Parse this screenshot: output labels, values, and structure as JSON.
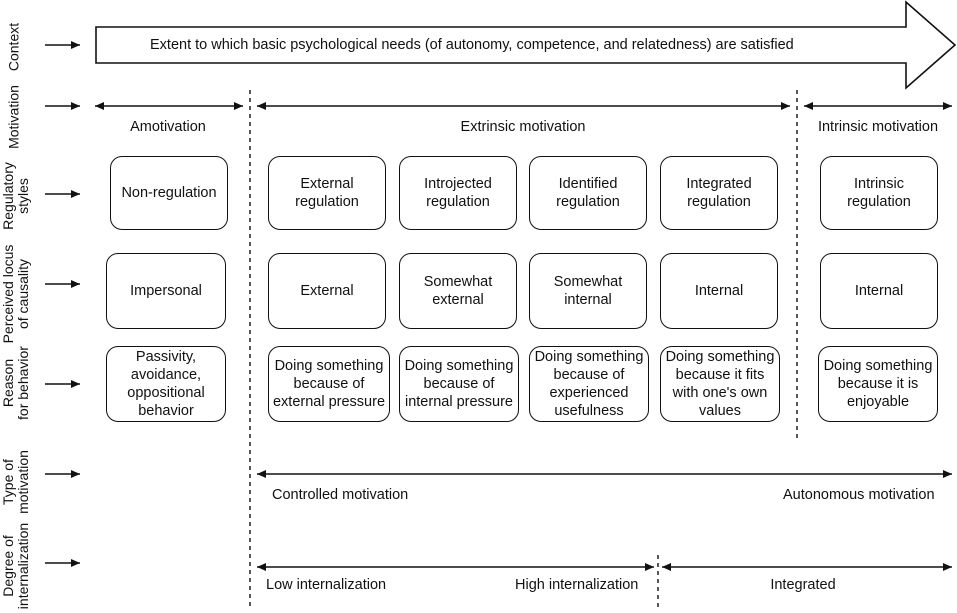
{
  "context": {
    "text": "Extent to which basic psychological needs (of autonomy, competence, and relatedness) are satisfied"
  },
  "rows": {
    "context": "Context",
    "motivation": "Motivation",
    "regulatory_styles": "Regulatory\nstyles",
    "locus": "Perceived locus\nof causality",
    "reason": "Reason\nfor behavior",
    "type": "Type of\nmotivation",
    "degree": "Degree of\ninternalization"
  },
  "motivation": {
    "amotivation": "Amotivation",
    "extrinsic": "Extrinsic motivation",
    "intrinsic": "Intrinsic motivation"
  },
  "regulatory": {
    "non": "Non-regulation",
    "external": "External\nregulation",
    "introjected": "Introjected\nregulation",
    "identified": "Identified\nregulation",
    "integrated": "Integrated\nregulation",
    "intrinsic": "Intrinsic\nregulation"
  },
  "locus": {
    "impersonal": "Impersonal",
    "external": "External",
    "somewhat_external": "Somewhat\nexternal",
    "somewhat_internal": "Somewhat\ninternal",
    "internal_1": "Internal",
    "internal_2": "Internal"
  },
  "reason": {
    "passivity": "Passivity,\navoidance,\noppositional\nbehavior",
    "external_pressure": "Doing something\nbecause of\nexternal pressure",
    "internal_pressure": "Doing something\nbecause of\ninternal pressure",
    "usefulness": "Doing something\nbecause of\nexperienced\nusefulness",
    "values": "Doing something\nbecause it fits\nwith one's own\nvalues",
    "enjoyable": "Doing something\nbecause it is\nenjoyable"
  },
  "type": {
    "controlled": "Controlled motivation",
    "autonomous": "Autonomous motivation"
  },
  "degree": {
    "low": "Low internalization",
    "high": "High internalization",
    "integrated": "Integrated"
  }
}
